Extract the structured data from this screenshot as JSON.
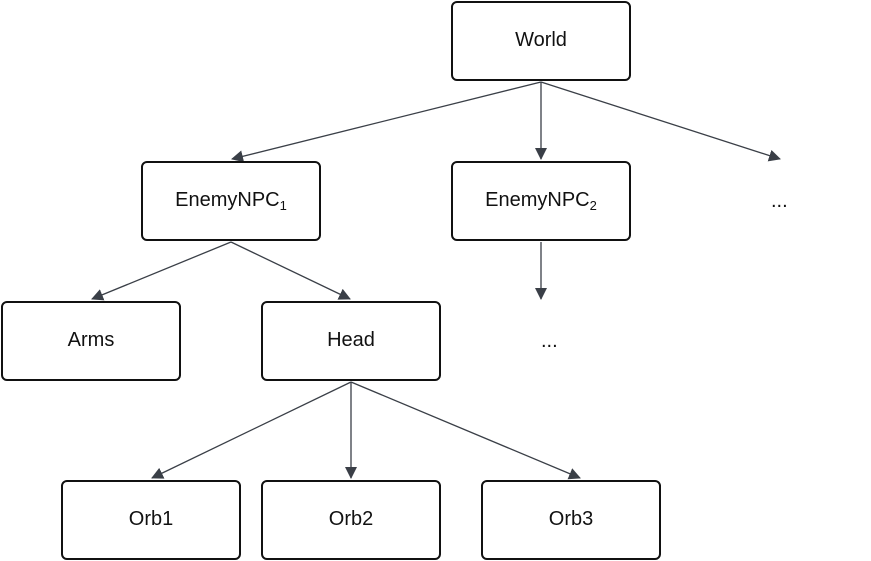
{
  "diagram": {
    "edge_color": "#3a3f47",
    "nodes": {
      "world": {
        "text": "World",
        "sub": ""
      },
      "enemy1": {
        "text": "EnemyNPC",
        "sub": "1"
      },
      "enemy2": {
        "text": "EnemyNPC",
        "sub": "2"
      },
      "arms": {
        "text": "Arms",
        "sub": ""
      },
      "head": {
        "text": "Head",
        "sub": ""
      },
      "orb1": {
        "text": "Orb1",
        "sub": ""
      },
      "orb2": {
        "text": "Orb2",
        "sub": ""
      },
      "orb3": {
        "text": "Orb3",
        "sub": ""
      }
    },
    "ellipsis_right": "...",
    "ellipsis_below_enemy2": "...",
    "edges": [
      {
        "from": "World",
        "to": "EnemyNPC1"
      },
      {
        "from": "World",
        "to": "EnemyNPC2"
      },
      {
        "from": "World",
        "to": "..."
      },
      {
        "from": "EnemyNPC1",
        "to": "Arms"
      },
      {
        "from": "EnemyNPC1",
        "to": "Head"
      },
      {
        "from": "EnemyNPC2",
        "to": "..."
      },
      {
        "from": "Head",
        "to": "Orb1"
      },
      {
        "from": "Head",
        "to": "Orb2"
      },
      {
        "from": "Head",
        "to": "Orb3"
      }
    ]
  }
}
